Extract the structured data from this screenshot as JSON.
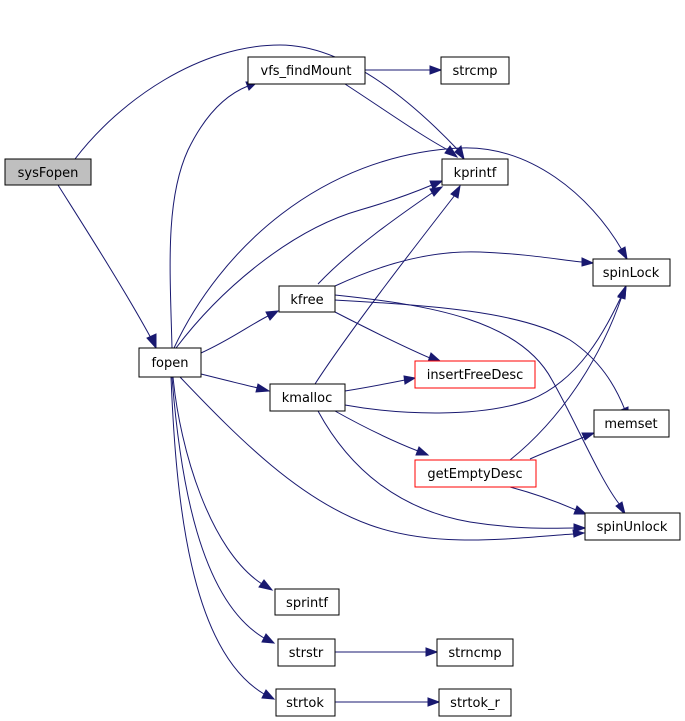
{
  "colors": {
    "edge": "#191970",
    "node_border": "#000000",
    "node_border_missing": "#ff0000",
    "root_fill": "#bfbfbf",
    "node_fill": "#ffffff"
  },
  "nodes": {
    "sysFopen": "sysFopen",
    "vfs_findMount": "vfs_findMount",
    "strcmp": "strcmp",
    "kprintf": "kprintf",
    "spinLock": "spinLock",
    "kfree": "kfree",
    "fopen": "fopen",
    "insertFreeDesc": "insertFreeDesc",
    "kmalloc": "kmalloc",
    "memset": "memset",
    "getEmptyDesc": "getEmptyDesc",
    "spinUnlock": "spinUnlock",
    "sprintf": "sprintf",
    "strstr": "strstr",
    "strncmp": "strncmp",
    "strtok": "strtok",
    "strtok_r": "strtok_r"
  },
  "edges": [
    [
      "sysFopen",
      "fopen"
    ],
    [
      "sysFopen",
      "kprintf"
    ],
    [
      "vfs_findMount",
      "strcmp"
    ],
    [
      "vfs_findMount",
      "kprintf"
    ],
    [
      "fopen",
      "vfs_findMount"
    ],
    [
      "fopen",
      "kprintf"
    ],
    [
      "fopen",
      "spinLock"
    ],
    [
      "fopen",
      "kfree"
    ],
    [
      "fopen",
      "kmalloc"
    ],
    [
      "fopen",
      "spinUnlock"
    ],
    [
      "fopen",
      "sprintf"
    ],
    [
      "fopen",
      "strstr"
    ],
    [
      "fopen",
      "strtok"
    ],
    [
      "kfree",
      "kprintf"
    ],
    [
      "kfree",
      "spinLock"
    ],
    [
      "kfree",
      "insertFreeDesc"
    ],
    [
      "kfree",
      "memset"
    ],
    [
      "kfree",
      "spinUnlock"
    ],
    [
      "kmalloc",
      "kprintf"
    ],
    [
      "kmalloc",
      "insertFreeDesc"
    ],
    [
      "kmalloc",
      "getEmptyDesc"
    ],
    [
      "kmalloc",
      "spinLock"
    ],
    [
      "kmalloc",
      "spinUnlock"
    ],
    [
      "getEmptyDesc",
      "spinLock"
    ],
    [
      "getEmptyDesc",
      "memset"
    ],
    [
      "getEmptyDesc",
      "spinUnlock"
    ],
    [
      "strstr",
      "strncmp"
    ],
    [
      "strtok",
      "strtok_r"
    ]
  ]
}
